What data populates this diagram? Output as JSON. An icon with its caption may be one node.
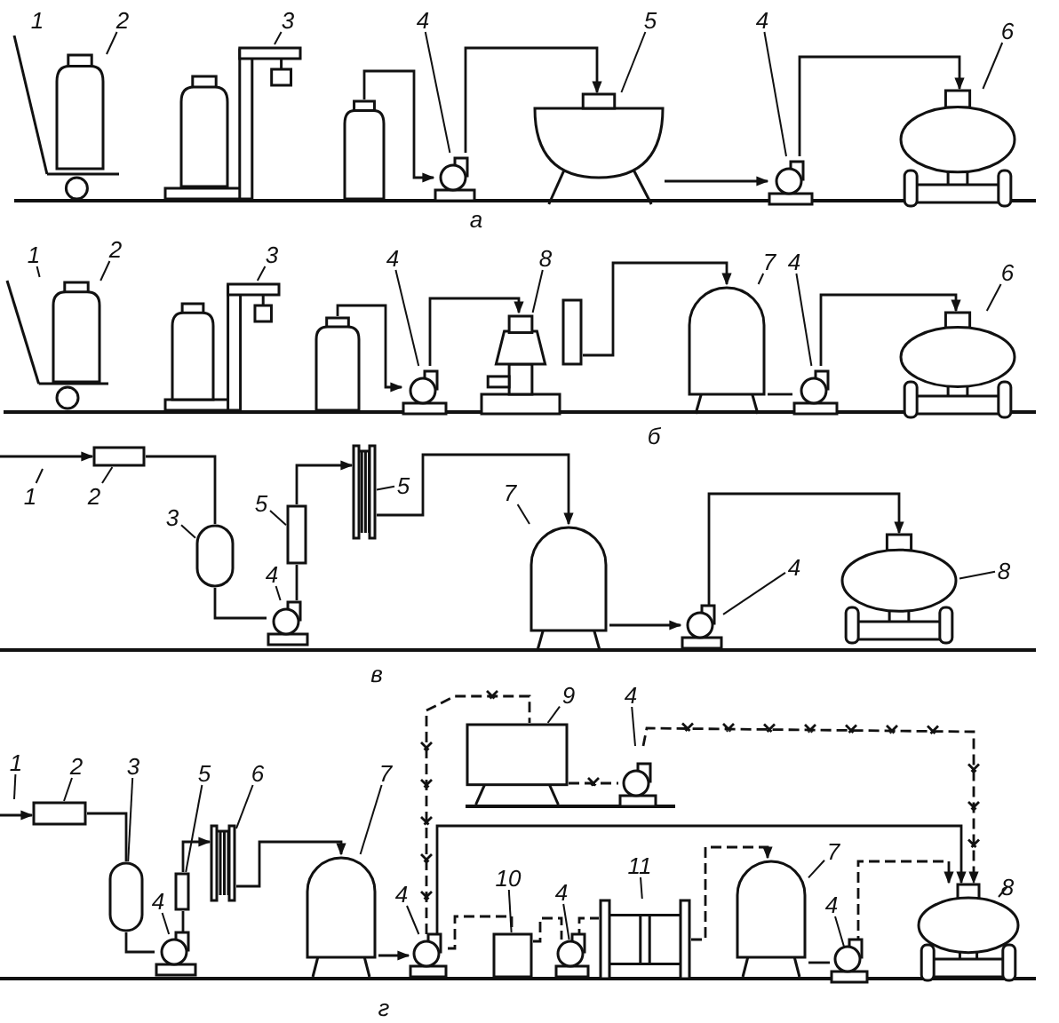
{
  "diagram": {
    "nodes": [
      {
        "text": [
          "1"
        ]
      },
      {
        "text": [],
        "shape": "cart"
      },
      {
        "text": [
          "2"
        ]
      },
      {
        "text": [],
        "shape": "can",
        "in": 1
      },
      {
        "text": [
          "3"
        ]
      },
      {
        "text": [],
        "shape": "scale"
      },
      {
        "text": [],
        "shape": "can",
        "in": 5
      },
      {
        "text": [],
        "shape": "can"
      },
      {
        "text": [
          "4"
        ]
      },
      {
        "text": [],
        "shape": "pump"
      },
      {
        "text": [
          "5"
        ]
      },
      {
        "text": [],
        "shape": "vat"
      },
      {
        "text": [
          "4"
        ]
      },
      {
        "text": [],
        "shape": "pump"
      },
      {
        "text": [
          "6"
        ]
      },
      {
        "text": [],
        "shape": "tanker"
      },
      {
        "text": [
          "1"
        ]
      },
      {
        "text": [],
        "shape": "cart"
      },
      {
        "text": [
          "2"
        ]
      },
      {
        "text": [],
        "shape": "can",
        "in": 17
      },
      {
        "text": [
          "3"
        ]
      },
      {
        "text": [],
        "shape": "scale"
      },
      {
        "text": [],
        "shape": "can",
        "in": 21
      },
      {
        "text": [],
        "shape": "can"
      },
      {
        "text": [
          "4"
        ]
      },
      {
        "text": [],
        "shape": "pump"
      },
      {
        "text": [
          "8"
        ]
      },
      {
        "text": [],
        "shape": "separator"
      },
      {
        "text": [],
        "shape": "box"
      },
      {
        "text": [
          "7"
        ]
      },
      {
        "text": [],
        "shape": "tank"
      },
      {
        "text": [
          "4"
        ]
      },
      {
        "text": [],
        "shape": "pump"
      },
      {
        "text": [
          "6"
        ]
      },
      {
        "text": [],
        "shape": "tanker"
      },
      {
        "text": [
          "1"
        ]
      },
      {
        "text": [
          "2"
        ]
      },
      {
        "text": [],
        "shape": "filter"
      },
      {
        "text": [
          "3"
        ]
      },
      {
        "text": [],
        "shape": "cylinder"
      },
      {
        "text": [
          "4"
        ]
      },
      {
        "text": [],
        "shape": "pump"
      },
      {
        "text": [
          "5"
        ]
      },
      {
        "text": [],
        "shape": "filter"
      },
      {
        "text": [
          "5"
        ]
      },
      {
        "text": [],
        "shape": "cooler"
      },
      {
        "text": [
          "7"
        ]
      },
      {
        "text": [],
        "shape": "tank"
      },
      {
        "text": [
          "4"
        ]
      },
      {
        "text": [],
        "shape": "pump"
      },
      {
        "text": [
          "8"
        ]
      },
      {
        "text": [],
        "shape": "tanker"
      },
      {
        "text": [
          "1"
        ]
      },
      {
        "text": [
          "2"
        ]
      },
      {
        "text": [],
        "shape": "filter"
      },
      {
        "text": [
          "3"
        ]
      },
      {
        "text": [],
        "shape": "cylinder"
      },
      {
        "text": [
          "4"
        ]
      },
      {
        "text": [],
        "shape": "pump"
      },
      {
        "text": [
          "5"
        ]
      },
      {
        "text": [],
        "shape": "filter"
      },
      {
        "text": [
          "6"
        ]
      },
      {
        "text": [],
        "shape": "cooler"
      },
      {
        "text": [
          "7"
        ]
      },
      {
        "text": [],
        "shape": "tank"
      },
      {
        "text": [
          "4"
        ]
      },
      {
        "text": [],
        "shape": "pump"
      },
      {
        "text": [
          "9"
        ]
      },
      {
        "text": [],
        "shape": "stand"
      },
      {
        "text": [
          "4"
        ]
      },
      {
        "text": [],
        "shape": "pump"
      },
      {
        "text": [
          "10"
        ]
      },
      {
        "text": [],
        "shape": "box"
      },
      {
        "text": [
          "4"
        ]
      },
      {
        "text": [],
        "shape": "pump"
      },
      {
        "text": [
          "11"
        ]
      },
      {
        "text": [],
        "shape": "exchanger"
      },
      {
        "text": [
          "7"
        ]
      },
      {
        "text": [],
        "shape": "tank"
      },
      {
        "text": [
          "4"
        ]
      },
      {
        "text": [],
        "shape": "pump"
      },
      {
        "text": [
          "8"
        ]
      },
      {
        "text": [],
        "shape": "tanker"
      }
    ],
    "edges": [
      {
        "from": 0,
        "to": 1,
        "arrow": "none"
      },
      {
        "from": 2,
        "to": 3,
        "arrow": "none"
      },
      {
        "from": 4,
        "to": 5,
        "arrow": "none"
      },
      {
        "from": 8,
        "to": 9,
        "arrow": "none"
      },
      {
        "from": 10,
        "to": 11,
        "arrow": "none"
      },
      {
        "from": 12,
        "to": 13,
        "arrow": "none"
      },
      {
        "from": 14,
        "to": 15,
        "arrow": "none"
      },
      {
        "from": 16,
        "to": 17,
        "arrow": "none"
      },
      {
        "from": 18,
        "to": 19,
        "arrow": "none"
      },
      {
        "from": 20,
        "to": 21,
        "arrow": "none"
      },
      {
        "from": 24,
        "to": 25,
        "arrow": "none"
      },
      {
        "from": 26,
        "to": 27,
        "arrow": "none"
      },
      {
        "from": 29,
        "to": 30,
        "arrow": "none"
      },
      {
        "from": 31,
        "to": 32,
        "arrow": "none"
      },
      {
        "from": 33,
        "to": 34,
        "arrow": "none"
      },
      {
        "from": 35,
        "to": null,
        "arrow": "none"
      },
      {
        "from": 36,
        "to": 37,
        "arrow": "none"
      },
      {
        "from": 38,
        "to": 39,
        "arrow": "none"
      },
      {
        "from": 40,
        "to": 41,
        "arrow": "none"
      },
      {
        "from": 42,
        "to": 43,
        "arrow": "none"
      },
      {
        "from": 44,
        "to": 45,
        "arrow": "none"
      },
      {
        "from": 46,
        "to": 47,
        "arrow": "none"
      },
      {
        "from": 48,
        "to": 49,
        "arrow": "none"
      },
      {
        "from": 50,
        "to": 51,
        "arrow": "none"
      },
      {
        "from": 52,
        "to": null,
        "arrow": "none"
      },
      {
        "from": 53,
        "to": 54,
        "arrow": "none"
      },
      {
        "from": 55,
        "to": 56,
        "arrow": "none"
      },
      {
        "from": 57,
        "to": 58,
        "arrow": "none"
      },
      {
        "from": 59,
        "to": 60,
        "arrow": "none"
      },
      {
        "from": 61,
        "to": 62,
        "arrow": "none"
      },
      {
        "from": 63,
        "to": 64,
        "arrow": "none"
      },
      {
        "from": 65,
        "to": 66,
        "arrow": "none"
      },
      {
        "from": 67,
        "to": 68,
        "arrow": "none"
      },
      {
        "from": 69,
        "to": 70,
        "arrow": "none"
      },
      {
        "from": 71,
        "to": 72,
        "arrow": "none"
      },
      {
        "from": 73,
        "to": 74,
        "arrow": "none"
      },
      {
        "from": 75,
        "to": 76,
        "arrow": "none"
      },
      {
        "from": 77,
        "to": 78,
        "arrow": "none"
      },
      {
        "from": 79,
        "to": 80,
        "arrow": "none"
      },
      {
        "from": 81,
        "to": 82,
        "arrow": "none"
      },
      {
        "from": 7,
        "to": 9,
        "arrow": "to"
      },
      {
        "from": 9,
        "to": 11,
        "arrow": "to"
      },
      {
        "from": 11,
        "to": 13,
        "arrow": "to"
      },
      {
        "from": 13,
        "to": 15,
        "arrow": "to"
      },
      {
        "from": 23,
        "to": 25,
        "arrow": "to"
      },
      {
        "from": 25,
        "to": 27,
        "arrow": "to"
      },
      {
        "from": 28,
        "to": 30,
        "arrow": "to"
      },
      {
        "from": 30,
        "to": 32,
        "arrow": "none"
      },
      {
        "from": 32,
        "to": 34,
        "arrow": "to"
      },
      {
        "from": null,
        "to": 37,
        "arrow": "to"
      },
      {
        "from": 37,
        "to": 39,
        "arrow": "none"
      },
      {
        "from": 39,
        "to": 41,
        "arrow": "none"
      },
      {
        "from": 41,
        "to": 43,
        "arrow": "none"
      },
      {
        "from": 43,
        "to": 45,
        "arrow": "to"
      },
      {
        "from": 45,
        "to": 47,
        "arrow": "to"
      },
      {
        "from": 47,
        "to": 49,
        "arrow": "to"
      },
      {
        "from": 49,
        "to": 51,
        "arrow": "to"
      },
      {
        "from": null,
        "to": 54,
        "arrow": "to"
      },
      {
        "from": 54,
        "to": 56,
        "arrow": "none"
      },
      {
        "from": 56,
        "to": 58,
        "arrow": "none"
      },
      {
        "from": 58,
        "to": 60,
        "arrow": "none"
      },
      {
        "from": 60,
        "to": 62,
        "arrow": "to"
      },
      {
        "from": 62,
        "to": 64,
        "arrow": "to"
      },
      {
        "from": 64,
        "to": 66,
        "arrow": "to"
      },
      {
        "from": 66,
        "to": 68,
        "arrow": "none",
        "style": "dashed"
      },
      {
        "from": 68,
        "to": 70,
        "arrow": "none",
        "style": "dashed"
      },
      {
        "from": 70,
        "to": 82,
        "arrow": "to",
        "style": "dashed"
      },
      {
        "from": 66,
        "to": 82,
        "arrow": "to"
      },
      {
        "from": 66,
        "to": 72,
        "arrow": "none",
        "style": "dashed"
      },
      {
        "from": 72,
        "to": 74,
        "arrow": "none",
        "style": "dashed"
      },
      {
        "from": 74,
        "to": 76,
        "arrow": "none",
        "style": "dashed"
      },
      {
        "from": 76,
        "to": 78,
        "arrow": "to",
        "style": "dashed"
      },
      {
        "from": 78,
        "to": 80,
        "arrow": "none"
      },
      {
        "from": 80,
        "to": 82,
        "arrow": "to",
        "style": "dashed"
      }
    ],
    "labels": [
      "а",
      "б",
      "в",
      "г"
    ]
  }
}
